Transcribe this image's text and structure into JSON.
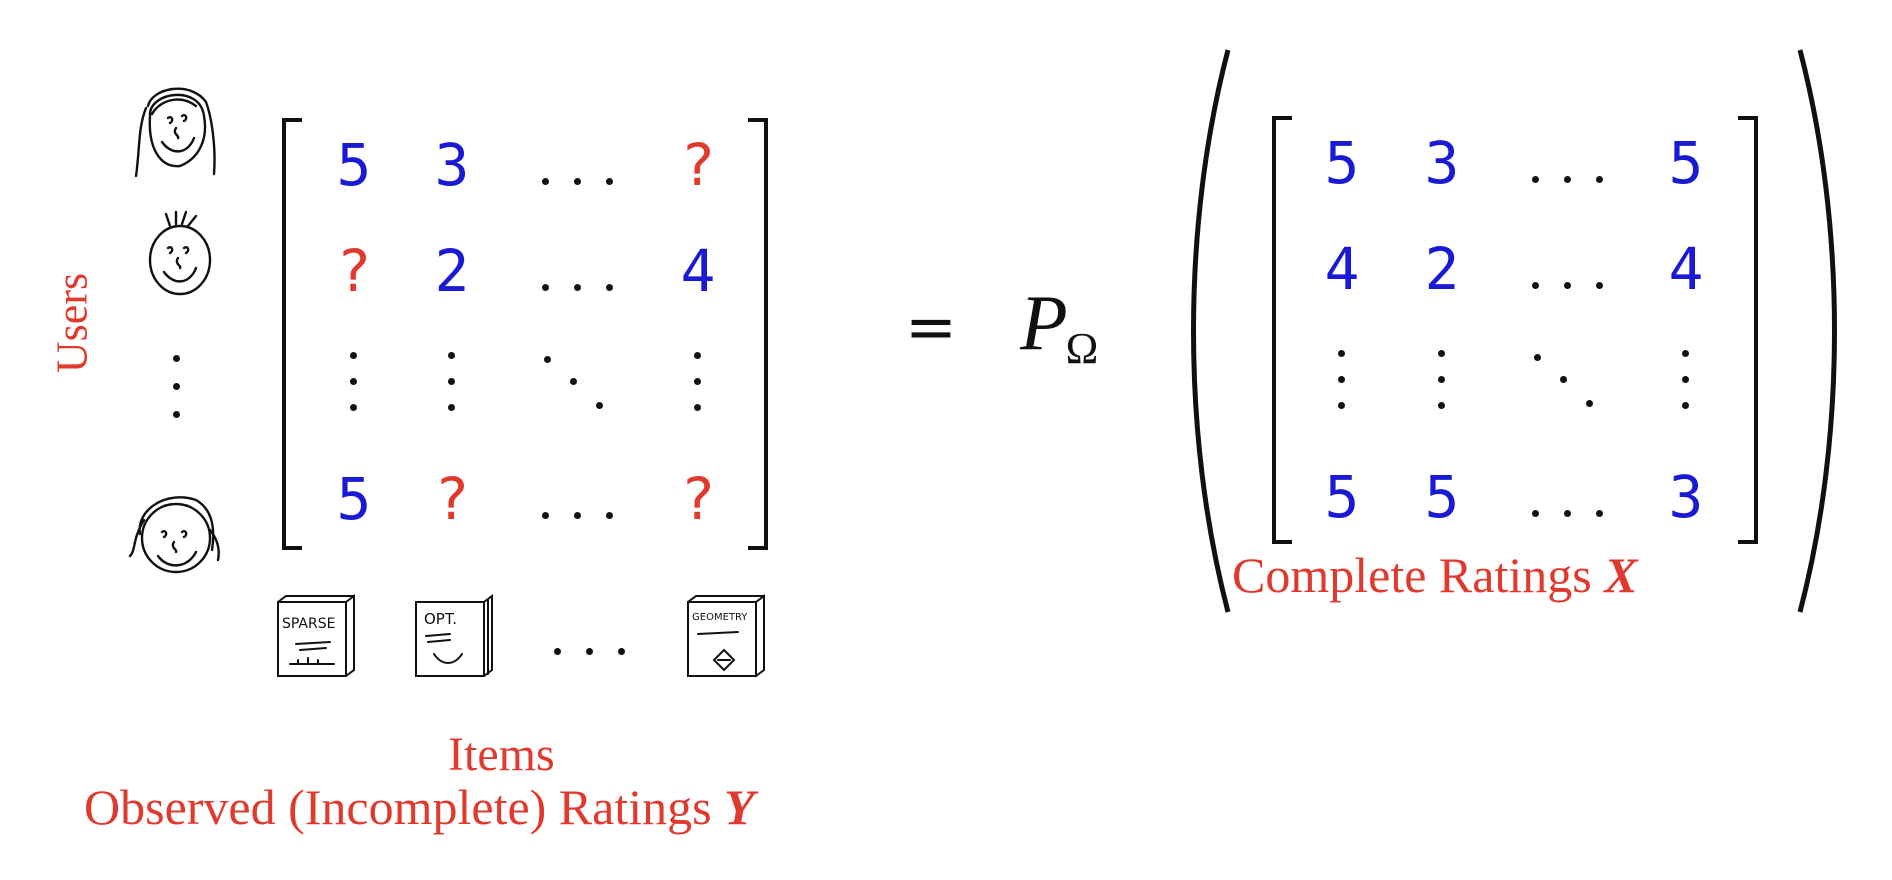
{
  "left": {
    "users_label": "Users",
    "matrix": [
      [
        {
          "v": "5",
          "c": "blue"
        },
        {
          "v": "3",
          "c": "blue"
        },
        {
          "v": "...",
          "c": "dots"
        },
        {
          "v": "?",
          "c": "red"
        }
      ],
      [
        {
          "v": "?",
          "c": "red"
        },
        {
          "v": "2",
          "c": "blue"
        },
        {
          "v": "...",
          "c": "dots"
        },
        {
          "v": "4",
          "c": "blue"
        }
      ],
      [
        {
          "v": "vdots"
        },
        {
          "v": "vdots"
        },
        {
          "v": "ddots"
        },
        {
          "v": "vdots"
        }
      ],
      [
        {
          "v": "5",
          "c": "blue"
        },
        {
          "v": "?",
          "c": "red"
        },
        {
          "v": "...",
          "c": "dots"
        },
        {
          "v": "?",
          "c": "red"
        }
      ]
    ],
    "items_label": "Items",
    "caption": "Observed (Incomplete) Ratings ",
    "caption_symbol": "Y",
    "books": [
      "SPARSE",
      "OPT.",
      "GEOMETRY"
    ]
  },
  "equation": {
    "equals": "=",
    "operator": "P",
    "subscript": "Ω"
  },
  "right": {
    "matrix": [
      [
        {
          "v": "5",
          "c": "blue"
        },
        {
          "v": "3",
          "c": "blue"
        },
        {
          "v": "...",
          "c": "dots"
        },
        {
          "v": "5",
          "c": "blue"
        }
      ],
      [
        {
          "v": "4",
          "c": "blue"
        },
        {
          "v": "2",
          "c": "blue"
        },
        {
          "v": "...",
          "c": "dots"
        },
        {
          "v": "4",
          "c": "blue"
        }
      ],
      [
        {
          "v": "vdots"
        },
        {
          "v": "vdots"
        },
        {
          "v": "ddots"
        },
        {
          "v": "vdots"
        }
      ],
      [
        {
          "v": "5",
          "c": "blue"
        },
        {
          "v": "5",
          "c": "blue"
        },
        {
          "v": "...",
          "c": "dots"
        },
        {
          "v": "3",
          "c": "blue"
        }
      ]
    ],
    "caption": "Complete Ratings ",
    "caption_symbol": "X"
  },
  "colors": {
    "blue": "#1a1ad4",
    "red": "#e03a2f",
    "ink": "#111111"
  }
}
